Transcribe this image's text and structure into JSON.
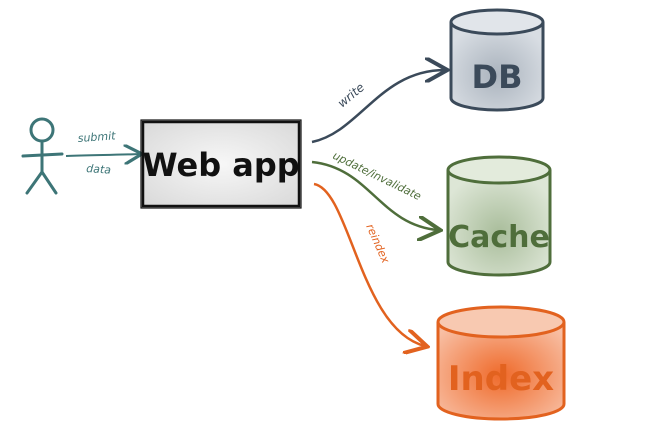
{
  "actor": {
    "edge_label_top": "submit",
    "edge_label_bottom": "data",
    "color": "#3d7577"
  },
  "webapp": {
    "label": "Web app",
    "fill": "#ececec",
    "border": "#111111"
  },
  "stores": [
    {
      "id": "db",
      "label": "DB",
      "fill": "#cfd4db",
      "stroke": "#3b4a5a",
      "text": "#3b4a5a",
      "edge_label": "write"
    },
    {
      "id": "cache",
      "label": "Cache",
      "fill": "#cfdcc7",
      "stroke": "#4f6e3b",
      "text": "#4f6e3b",
      "edge_label": "update/invalidate"
    },
    {
      "id": "index",
      "label": "Index",
      "fill": "#f3a07b",
      "stroke": "#e2621f",
      "text": "#e2621f",
      "edge_label": "reindex"
    }
  ]
}
